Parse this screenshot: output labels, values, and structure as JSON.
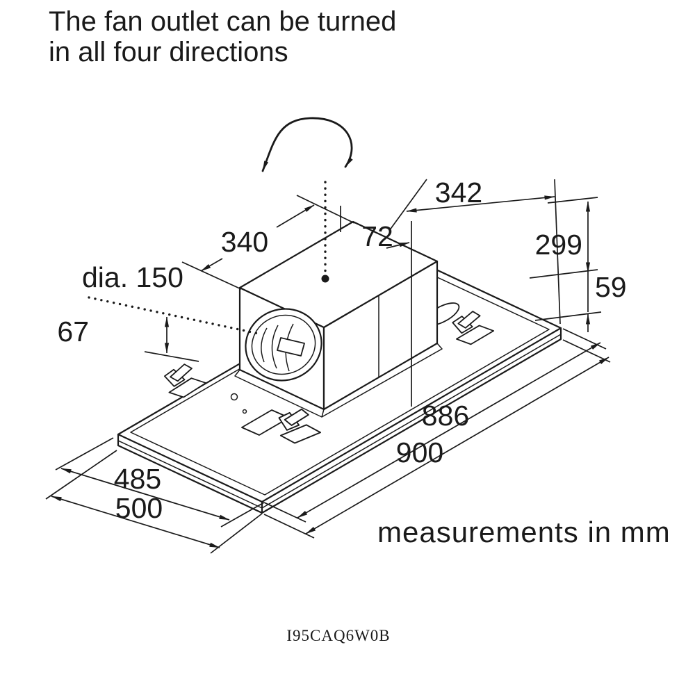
{
  "title": {
    "line1": "The fan outlet can be turned",
    "line2": "in all four directions"
  },
  "dimensions": {
    "box_top_length": "342",
    "box_top_width": "340",
    "outlet_offset": "72",
    "total_height": "299",
    "panel_height": "59",
    "duct_diameter": "dia. 150",
    "duct_axis_height": "67",
    "cutout_length": "886",
    "panel_length": "900",
    "cutout_width": "485",
    "panel_width": "500"
  },
  "footer": {
    "units_note": "measurements in mm",
    "model_code": "I95CAQ6W0B"
  },
  "colors": {
    "line": "#1a1a1a",
    "background": "#ffffff"
  }
}
